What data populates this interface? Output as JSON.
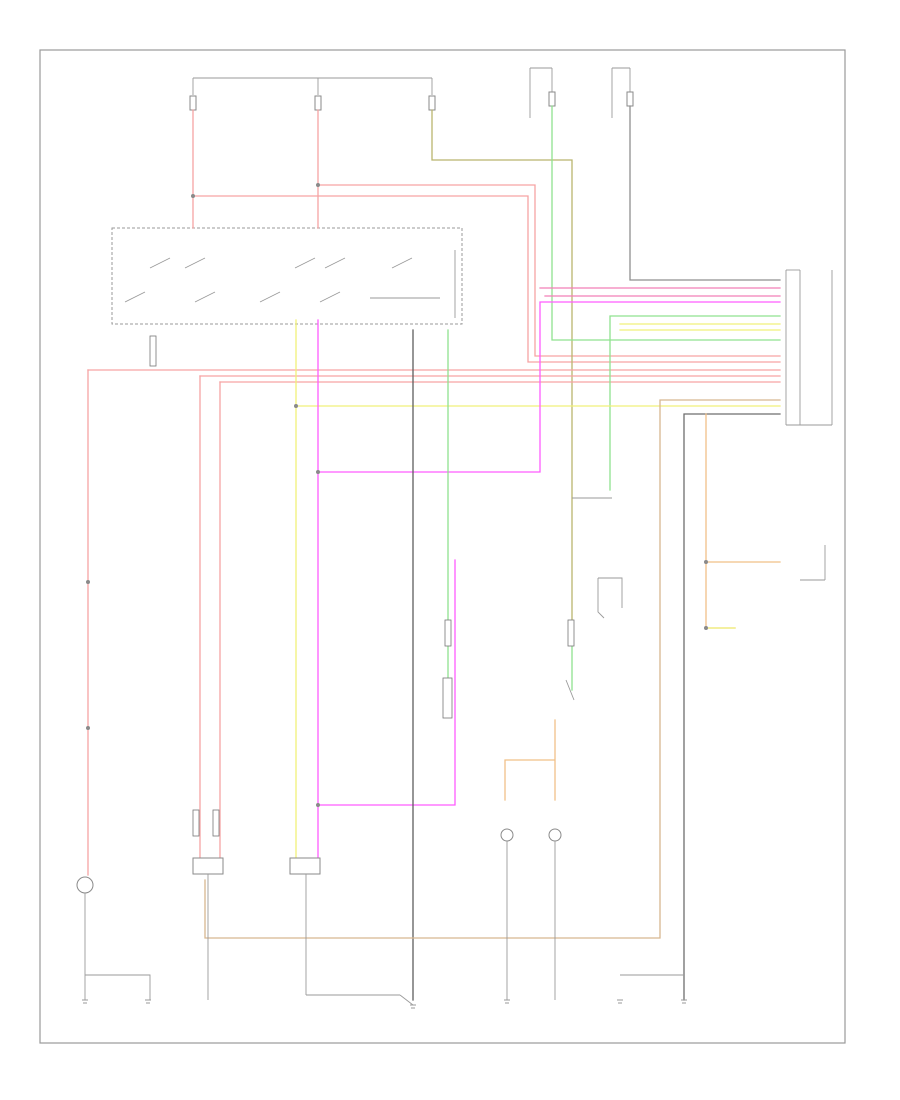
{
  "diagram": {
    "bottom_left_code": "",
    "wire_colors": {
      "red": "#f6a3a3",
      "pink": "#f27fb8",
      "magenta": "#ff5cff",
      "yellow": "#f0f07a",
      "green": "#8fe28f",
      "brown": "#d7b690",
      "orange": "#f0c088",
      "olive": "#b9b56e",
      "black": "#5e5e5e",
      "gray": "#8f8f8f"
    },
    "components": [
      {
        "id": "hot-at-all-times-bus"
      },
      {
        "id": "fuse-1"
      },
      {
        "id": "fuse-2"
      },
      {
        "id": "fuse-3"
      },
      {
        "id": "fuse-4"
      },
      {
        "id": "fuse-5"
      },
      {
        "id": "combination-switch"
      },
      {
        "id": "ground-1"
      },
      {
        "id": "ground-2"
      },
      {
        "id": "ground-3"
      },
      {
        "id": "ground-4"
      },
      {
        "id": "ground-5"
      },
      {
        "id": "ground-6"
      },
      {
        "id": "daytime-running-light-unit"
      },
      {
        "id": "generator"
      },
      {
        "id": "parking-brake-switch"
      },
      {
        "id": "left-headlight"
      },
      {
        "id": "right-headlight"
      },
      {
        "id": "left-front-marker-lamp"
      },
      {
        "id": "right-front-marker-lamp"
      },
      {
        "id": "high-beam-indicator"
      },
      {
        "id": "brake-fluid-level-switch"
      }
    ]
  }
}
